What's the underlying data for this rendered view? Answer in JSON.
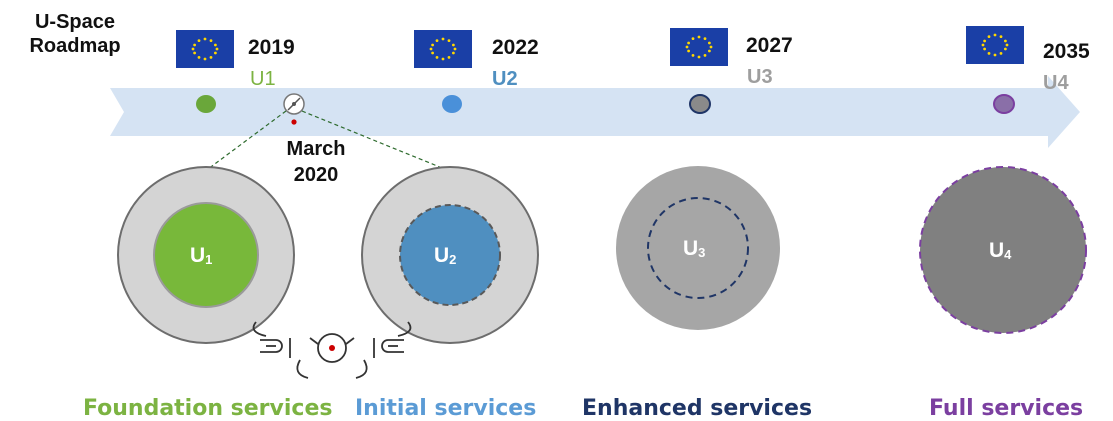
{
  "title": {
    "line1": "U-Space",
    "line2": "Roadmap"
  },
  "milestones": [
    {
      "year": "2019",
      "label": "U1",
      "label_color": "#7cb342",
      "dot_color": "#6aa73a"
    },
    {
      "year": "2022",
      "label": "U2",
      "label_color": "#4f8fc0",
      "dot_color": "#4a90d9"
    },
    {
      "year": "2027",
      "label": "U3",
      "label_color": "#9e9e9e",
      "dot_color": "#8a8a8a"
    },
    {
      "year": "2035",
      "label": "U4",
      "label_color": "#9e9e9e",
      "dot_color": "#8a6fa8"
    }
  ],
  "event": {
    "line1": "March",
    "line2": "2020"
  },
  "circles": [
    {
      "base": "U",
      "sub": "1",
      "inner_color": "#78b83a",
      "outer_color": "#d4d4d4"
    },
    {
      "base": "U",
      "sub": "2",
      "inner_color": "#4f8fc0",
      "outer_color": "#d4d4d4"
    },
    {
      "base": "U",
      "sub": "3",
      "fill": "#a6a6a6",
      "dash_color": "#1f3566"
    },
    {
      "base": "U",
      "sub": "4",
      "fill": "#808080",
      "dash_color": "#7b3fa0"
    }
  ],
  "services": [
    {
      "name": "Foundation services",
      "color": "#7cb342"
    },
    {
      "name": "Initial services",
      "color": "#5b9bd5"
    },
    {
      "name": "Enhanced services",
      "color": "#1f3566"
    },
    {
      "name": "Full services",
      "color": "#7b3fa0"
    }
  ],
  "colors": {
    "arrow": "#d5e3f3",
    "flag_blue": "#1a3fa6",
    "flag_stars": "#ffd700"
  },
  "icons": [
    "eu-flag-icon",
    "compass-icon",
    "drone-logo-icon"
  ]
}
